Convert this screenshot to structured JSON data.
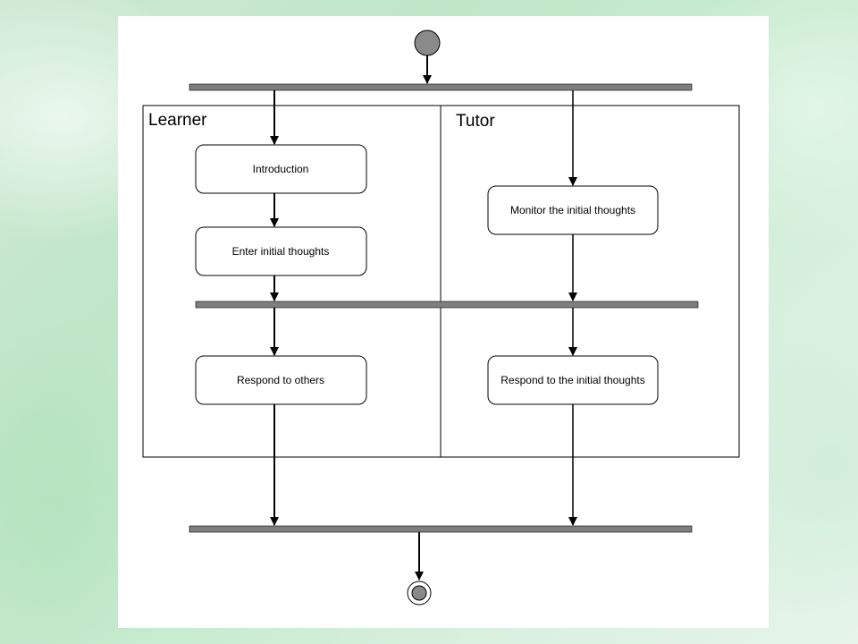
{
  "swimlanes": {
    "learner": {
      "title": "Learner"
    },
    "tutor": {
      "title": "Tutor"
    }
  },
  "activities": {
    "introduction": "Introduction",
    "enter_initial_thoughts": "Enter initial thoughts",
    "monitor_initial_thoughts": "Monitor the initial thoughts",
    "respond_to_others": "Respond to others",
    "respond_to_initial_thoughts": "Respond to the initial thoughts"
  },
  "colors": {
    "start_node": "#8a8a8a",
    "sync_bar": "#7f7f7f",
    "line": "#000000",
    "canvas": "#ffffff"
  }
}
